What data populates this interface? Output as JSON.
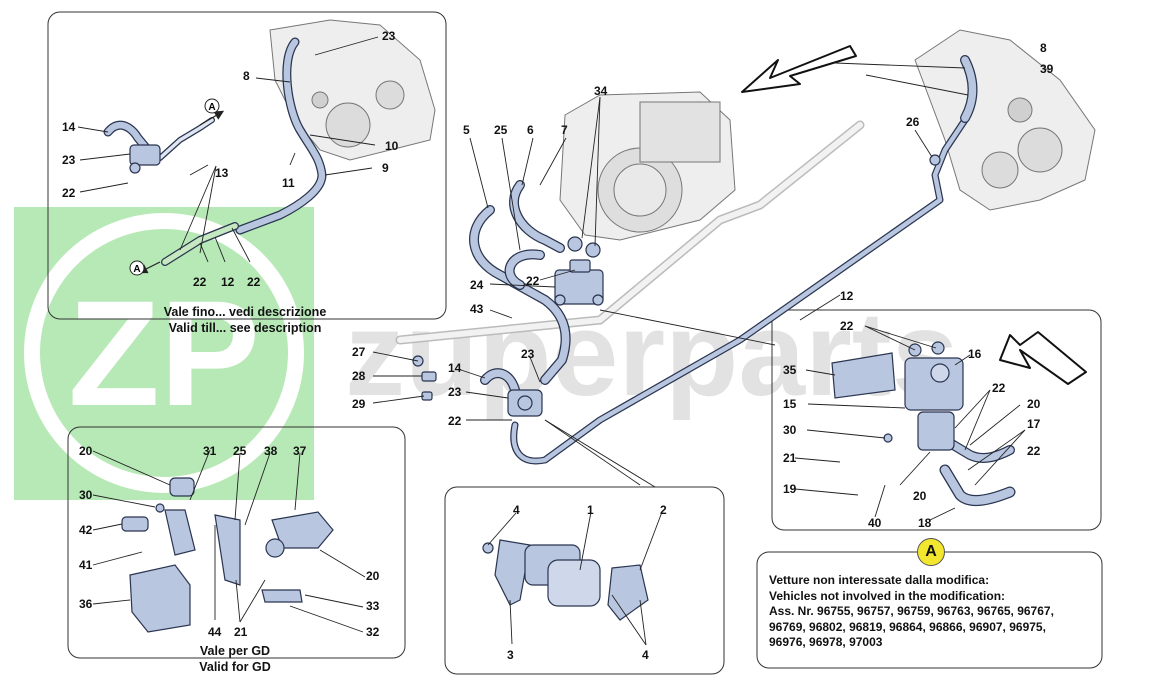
{
  "diagram": {
    "callouts": {
      "top_left": [
        "23",
        "8",
        "14",
        "23",
        "22",
        "13",
        "10",
        "11",
        "9",
        "22",
        "12",
        "22"
      ],
      "center": [
        "34",
        "5",
        "25",
        "6",
        "7",
        "24",
        "22",
        "43",
        "27",
        "28",
        "29",
        "14",
        "23",
        "23",
        "22",
        "12"
      ],
      "right_engine": [
        "8",
        "39",
        "26"
      ],
      "bottom_left": [
        "20",
        "31",
        "25",
        "38",
        "37",
        "30",
        "42",
        "41",
        "36",
        "44",
        "21",
        "33",
        "32",
        "20"
      ],
      "bottom_center": [
        "4",
        "1",
        "2",
        "3",
        "4"
      ],
      "right_box": [
        "22",
        "16",
        "35",
        "15",
        "22",
        "30",
        "20",
        "17",
        "21",
        "22",
        "19",
        "20",
        "40",
        "18"
      ]
    },
    "marker_a_top": "A",
    "marker_a_bottom": "A",
    "marker_a_note": "A"
  },
  "notes": {
    "top_left_line1": "Vale fino... vedi descrizione",
    "top_left_line2": "Valid till... see description",
    "bottom_left_line1": "Vale per GD",
    "bottom_left_line2": "Valid for GD",
    "a_heading1": "Vetture non interessate dalla modifica:",
    "a_heading2": "Vehicles not involved in the modification:",
    "a_line1": "Ass. Nr. 96755, 96757, 96759, 96763, 96765, 96767,",
    "a_line2": "96769, 96802, 96819, 96864, 96866, 96907, 96975,",
    "a_line3": "96976, 96978, 97003"
  },
  "watermark": {
    "logo_text": "ZP",
    "brand_text": "zuperparts"
  },
  "colors": {
    "hose": "#b9c6e0",
    "hose_outline": "#2a3550",
    "watermark_green": "#2fbf2f",
    "watermark_gray": "#9a9a9a",
    "marker_yellow": "#f2e62e"
  }
}
